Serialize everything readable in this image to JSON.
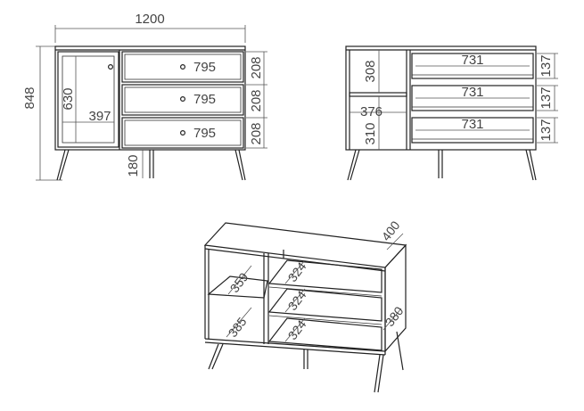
{
  "front_view": {
    "width": "1200",
    "height": "848",
    "door_height": "630",
    "door_width": "397",
    "drawer_width_1": "795",
    "drawer_width_2": "795",
    "drawer_width_3": "795",
    "drawer_height_1": "208",
    "drawer_height_2": "208",
    "drawer_height_3": "208",
    "leg_height": "180"
  },
  "open_view": {
    "shelf_height_top": "308",
    "shelf_height_bottom": "310",
    "shelf_width": "376",
    "drawer_inner_width_1": "731",
    "drawer_inner_width_2": "731",
    "drawer_inner_width_3": "731",
    "drawer_inner_height_1": "137",
    "drawer_inner_height_2": "137",
    "drawer_inner_height_3": "137"
  },
  "iso_view": {
    "depth": "400",
    "shelf_depth_top": "359",
    "shelf_depth_bottom": "385",
    "drawer_depth_1": "324",
    "drawer_depth_2": "324",
    "drawer_depth_3": "324",
    "drawer_inner_depth": "380"
  }
}
